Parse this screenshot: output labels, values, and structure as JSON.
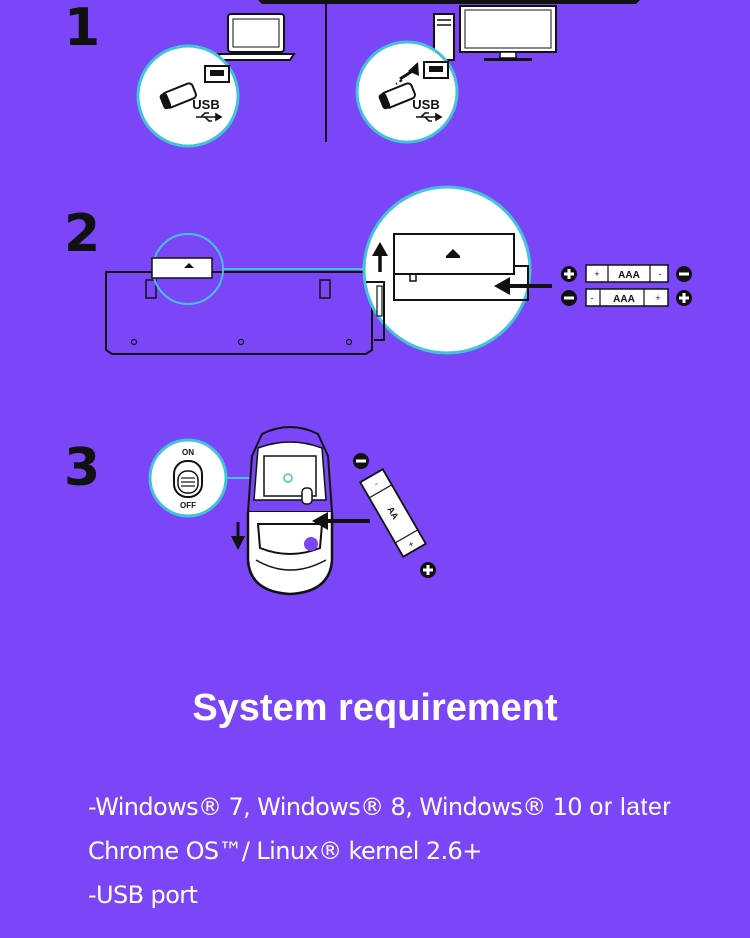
{
  "colors": {
    "background": "#7b46f7",
    "accent_circle": "#41c4d8",
    "line": "#111111",
    "panel_white": "#ffffff"
  },
  "steps": [
    {
      "number": "1",
      "usb_label_left": "USB",
      "usb_label_right": "USB",
      "icons": [
        "laptop-icon",
        "desktop-computer-icon",
        "usb-receiver-icon",
        "usb-symbol-icon"
      ]
    },
    {
      "number": "2",
      "battery_label_top": "AAA",
      "battery_label_bottom": "AAA",
      "icons": [
        "keyboard-underside-icon",
        "battery-cover-icon",
        "aaa-battery-icon",
        "plus-icon",
        "minus-icon"
      ]
    },
    {
      "number": "3",
      "switch_on": "ON",
      "switch_off": "OFF",
      "battery_label": "AA",
      "icons": [
        "mouse-underside-icon",
        "power-switch-icon",
        "aa-battery-icon"
      ]
    }
  ],
  "section_title": "System requirement",
  "requirements": [
    {
      "main": "-Windows® 7, Windows® 8, Windows® 10",
      "suffix": " or later"
    },
    {
      "main": "Chrome OS™/ Linux® kernel 2.6+",
      "suffix": ""
    },
    {
      "main": "-USB port",
      "suffix": ""
    }
  ]
}
